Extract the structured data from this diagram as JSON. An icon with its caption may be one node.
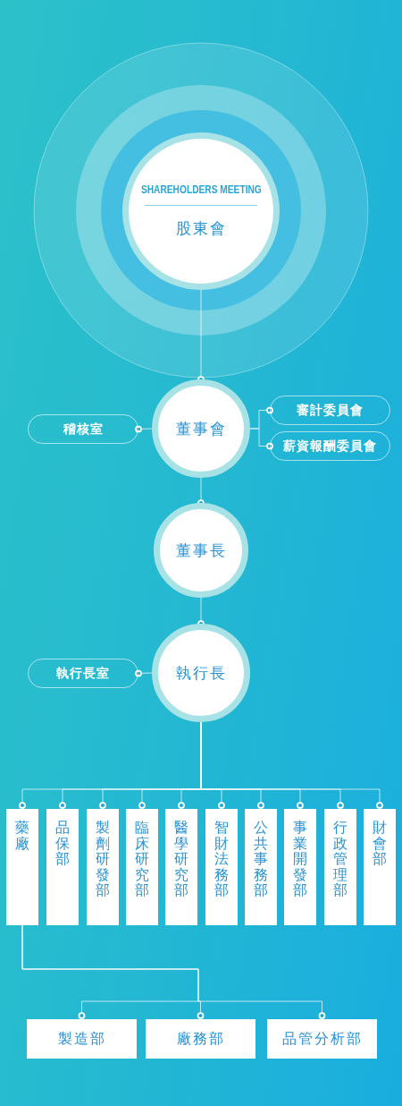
{
  "diagram": {
    "nodes": [
      {
        "text": [
          "SHAREHOLDERS MEETING",
          "股東會"
        ]
      },
      {
        "text": [
          "董事會"
        ]
      },
      {
        "text": [
          "稽核室"
        ]
      },
      {
        "text": [
          "審計委員會"
        ]
      },
      {
        "text": [
          "薪資報酬委員會"
        ]
      },
      {
        "text": [
          "董事長"
        ]
      },
      {
        "text": [
          "執行長"
        ]
      },
      {
        "text": [
          "執行長室"
        ]
      },
      {
        "text": [
          "藥廠"
        ]
      },
      {
        "text": [
          "品保部"
        ]
      },
      {
        "text": [
          "製劑研發部"
        ]
      },
      {
        "text": [
          "臨床研究部"
        ]
      },
      {
        "text": [
          "醫學研究部"
        ]
      },
      {
        "text": [
          "智財法務部"
        ]
      },
      {
        "text": [
          "公共事務部"
        ]
      },
      {
        "text": [
          "事業開發部"
        ]
      },
      {
        "text": [
          "行政管理部"
        ]
      },
      {
        "text": [
          "財會部"
        ]
      },
      {
        "text": [
          "製造部"
        ]
      },
      {
        "text": [
          "廠務部"
        ]
      },
      {
        "text": [
          "品管分析部"
        ]
      }
    ],
    "edges": [
      {
        "from": 0,
        "to": 1,
        "arrow": "other"
      },
      {
        "from": 1,
        "to": 2,
        "arrow": "other"
      },
      {
        "from": 1,
        "to": 3,
        "arrow": "other"
      },
      {
        "from": 1,
        "to": 4,
        "arrow": "other"
      },
      {
        "from": 1,
        "to": 5,
        "arrow": "other"
      },
      {
        "from": 5,
        "to": 6,
        "arrow": "other"
      },
      {
        "from": 6,
        "to": 7,
        "arrow": "other"
      },
      {
        "from": 6,
        "to": 8,
        "arrow": "other"
      },
      {
        "from": 6,
        "to": 9,
        "arrow": "other"
      },
      {
        "from": 6,
        "to": 10,
        "arrow": "other"
      },
      {
        "from": 6,
        "to": 11,
        "arrow": "other"
      },
      {
        "from": 6,
        "to": 12,
        "arrow": "other"
      },
      {
        "from": 6,
        "to": 13,
        "arrow": "other"
      },
      {
        "from": 6,
        "to": 14,
        "arrow": "other"
      },
      {
        "from": 6,
        "to": 15,
        "arrow": "other"
      },
      {
        "from": 6,
        "to": 16,
        "arrow": "other"
      },
      {
        "from": 6,
        "to": 17,
        "arrow": "other"
      },
      {
        "from": 8,
        "to": 18,
        "arrow": "other"
      },
      {
        "from": 8,
        "to": 19,
        "arrow": "other"
      },
      {
        "from": 8,
        "to": 20,
        "arrow": "other"
      }
    ]
  }
}
